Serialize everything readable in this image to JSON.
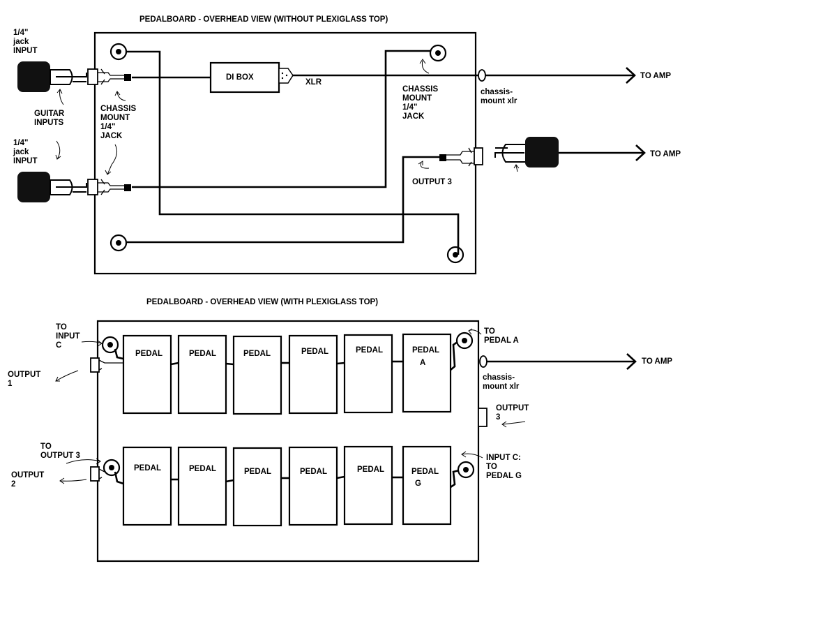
{
  "top_view": {
    "title": "PEDALBOARD - OVERHEAD VIEW (WITHOUT PLEXIGLASS TOP)",
    "input_label_1": [
      "1/4\"",
      "jack",
      "INPUT"
    ],
    "input_label_2": [
      "1/4\"",
      "jack",
      "INPUT"
    ],
    "guitar_inputs": [
      "GUITAR",
      "INPUTS"
    ],
    "chassis_jack_left": [
      "CHASSIS",
      "MOUNT",
      "1/4\"",
      "JACK"
    ],
    "chassis_jack_right": [
      "CHASSIS",
      "MOUNT",
      "1/4\"",
      "JACK"
    ],
    "di_box": "DI BOX",
    "xlr": "XLR",
    "chassis_xlr": [
      "chassis-",
      "mount xlr"
    ],
    "to_amp_1": "TO AMP",
    "to_amp_2": "TO AMP",
    "output_3": "OUTPUT 3"
  },
  "bottom_view": {
    "title": "PEDALBOARD - OVERHEAD VIEW (WITH PLEXIGLASS TOP)",
    "to_input_c": [
      "TO",
      "INPUT",
      "C"
    ],
    "output_1": [
      "OUTPUT",
      "1"
    ],
    "to_output_3": [
      "TO",
      "OUTPUT 3"
    ],
    "output_2": [
      "OUTPUT",
      "2"
    ],
    "to_pedal_a": [
      "TO",
      "PEDAL A"
    ],
    "chassis_xlr": [
      "chassis-",
      "mount xlr"
    ],
    "to_amp": "TO AMP",
    "output_3": [
      "OUTPUT",
      "3"
    ],
    "input_c": [
      "INPUT C:",
      "TO",
      "PEDAL G"
    ],
    "top_row": [
      {
        "label": "PEDAL",
        "sub": ""
      },
      {
        "label": "PEDAL",
        "sub": ""
      },
      {
        "label": "PEDAL",
        "sub": ""
      },
      {
        "label": "PEDAL",
        "sub": ""
      },
      {
        "label": "PEDAL",
        "sub": ""
      },
      {
        "label": "PEDAL",
        "sub": "A"
      }
    ],
    "bottom_row": [
      {
        "label": "PEDAL",
        "sub": ""
      },
      {
        "label": "PEDAL",
        "sub": ""
      },
      {
        "label": "PEDAL",
        "sub": ""
      },
      {
        "label": "PEDAL",
        "sub": ""
      },
      {
        "label": "PEDAL",
        "sub": ""
      },
      {
        "label": "PEDAL",
        "sub": "G"
      }
    ]
  }
}
